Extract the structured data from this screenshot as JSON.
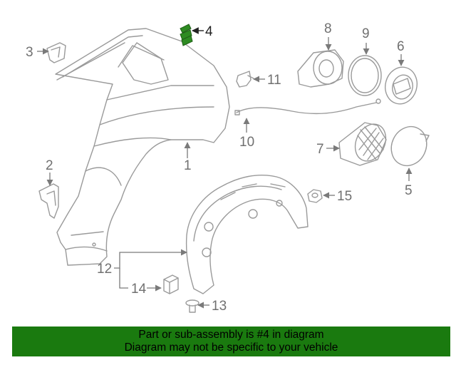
{
  "diagram": {
    "highlight_color": "#2e8b22",
    "callouts": {
      "c1": "1",
      "c2": "2",
      "c3": "3",
      "c4": "4",
      "c5": "5",
      "c6": "6",
      "c7": "7",
      "c8": "8",
      "c9": "9",
      "c10": "10",
      "c11": "11",
      "c12": "12",
      "c13": "13",
      "c14": "14",
      "c15": "15"
    }
  },
  "banner": {
    "line1": "Part or sub-assembly is #4 in diagram",
    "line2": "Diagram may not be specific to your vehicle",
    "background": "#1a7a0f"
  }
}
